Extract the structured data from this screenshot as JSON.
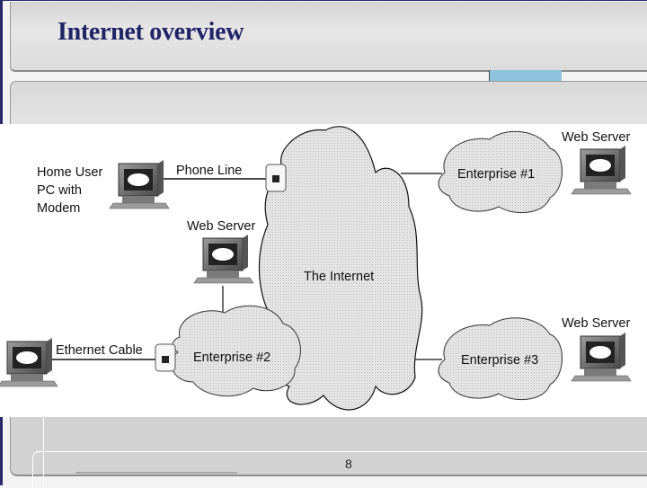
{
  "slide": {
    "title": "Internet overview",
    "page_number": "8",
    "colors": {
      "title": "#1f2466",
      "accent_bar": "#8ec3de",
      "frame": "#2a2a6a"
    }
  },
  "diagram": {
    "center_cloud": "The Internet",
    "nodes": {
      "home_user": "Home User\nPC with\nModem",
      "phone_line": "Phone Line",
      "web_server_center": "Web Server",
      "ethernet_cable": "Ethernet Cable",
      "enterprise1": "Enterprise #1",
      "enterprise2": "Enterprise #2",
      "enterprise3": "Enterprise #3",
      "web_server_e1": "Web Server",
      "web_server_e3": "Web Server"
    }
  }
}
